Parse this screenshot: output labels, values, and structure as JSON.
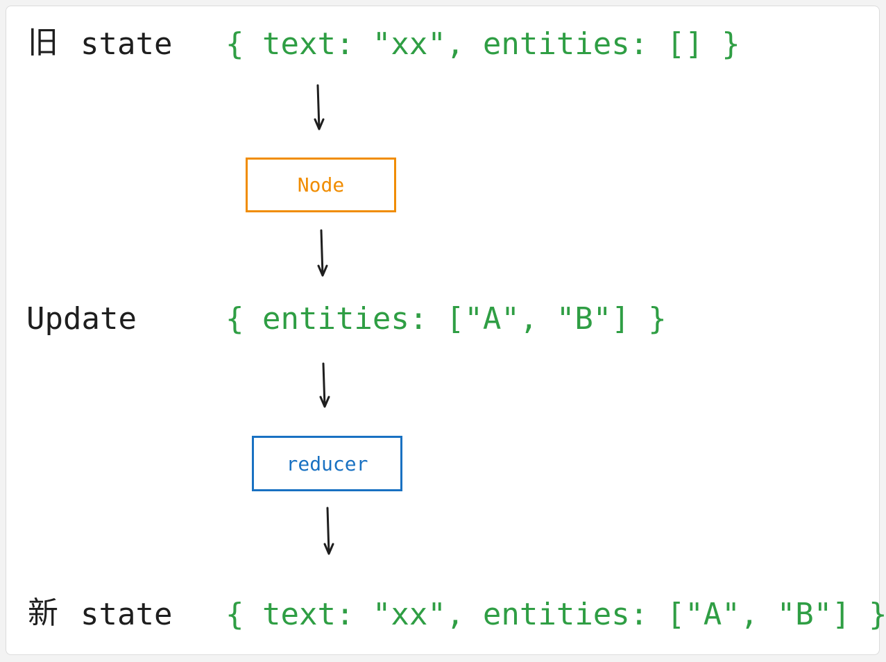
{
  "old_state": {
    "prefix": "旧",
    "label": "state",
    "code": "{ text: \"xx\", entities: [] }"
  },
  "node_box": {
    "label": "Node",
    "color": "#f08c00"
  },
  "update": {
    "label": "Update",
    "code": "{ entities: [\"A\", \"B\"] }"
  },
  "reducer_box": {
    "label": "reducer",
    "color": "#1971c2"
  },
  "new_state": {
    "prefix": "新",
    "label": "state",
    "code": "{ text: \"xx\", entities: [\"A\", \"B\"] }"
  },
  "colors": {
    "code_green": "#2f9e44",
    "text_dark": "#1e1e1e",
    "arrow": "#1e1e1e"
  }
}
